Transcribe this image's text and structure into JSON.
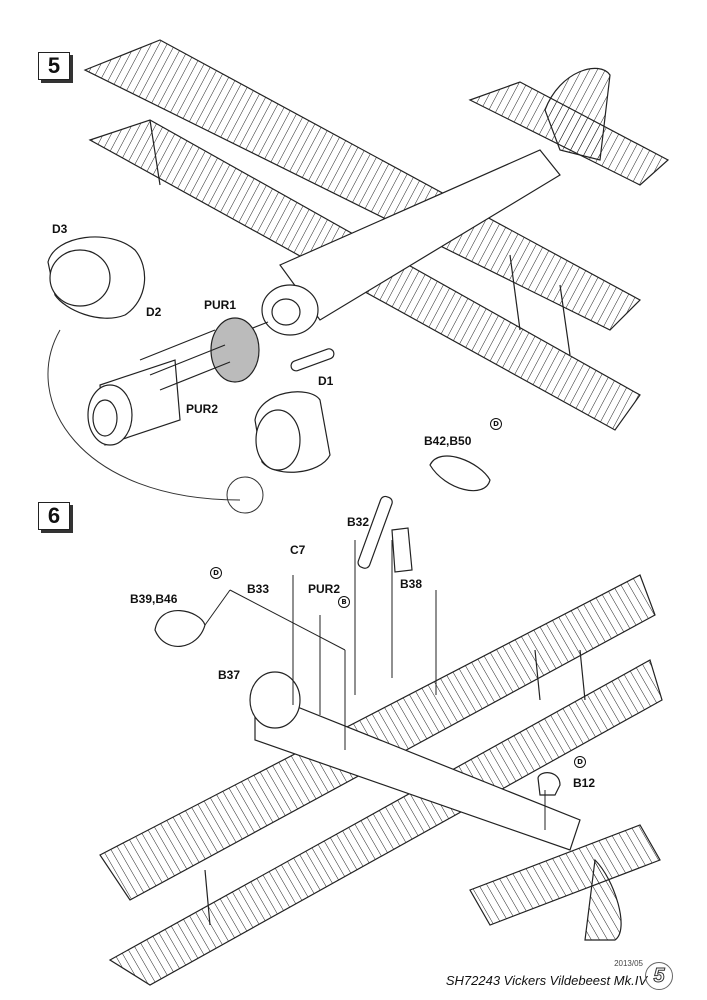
{
  "steps": {
    "s5": "5",
    "s6": "6"
  },
  "labels": {
    "d3": "D3",
    "d2": "D2",
    "pur1": "PUR1",
    "pur2a": "PUR2",
    "d1": "D1",
    "b42b50": "B42,B50",
    "b32": "B32",
    "b38": "B38",
    "c7": "C7",
    "b39b46": "B39,B46",
    "b33": "B33",
    "pur2b": "PUR2",
    "b37": "B37",
    "b12": "B12"
  },
  "badges": {
    "d": "D",
    "b": "B"
  },
  "footer": {
    "date": "2013/05",
    "title": "SH72243 Vickers Vildebeest Mk.IV",
    "page": "5"
  }
}
